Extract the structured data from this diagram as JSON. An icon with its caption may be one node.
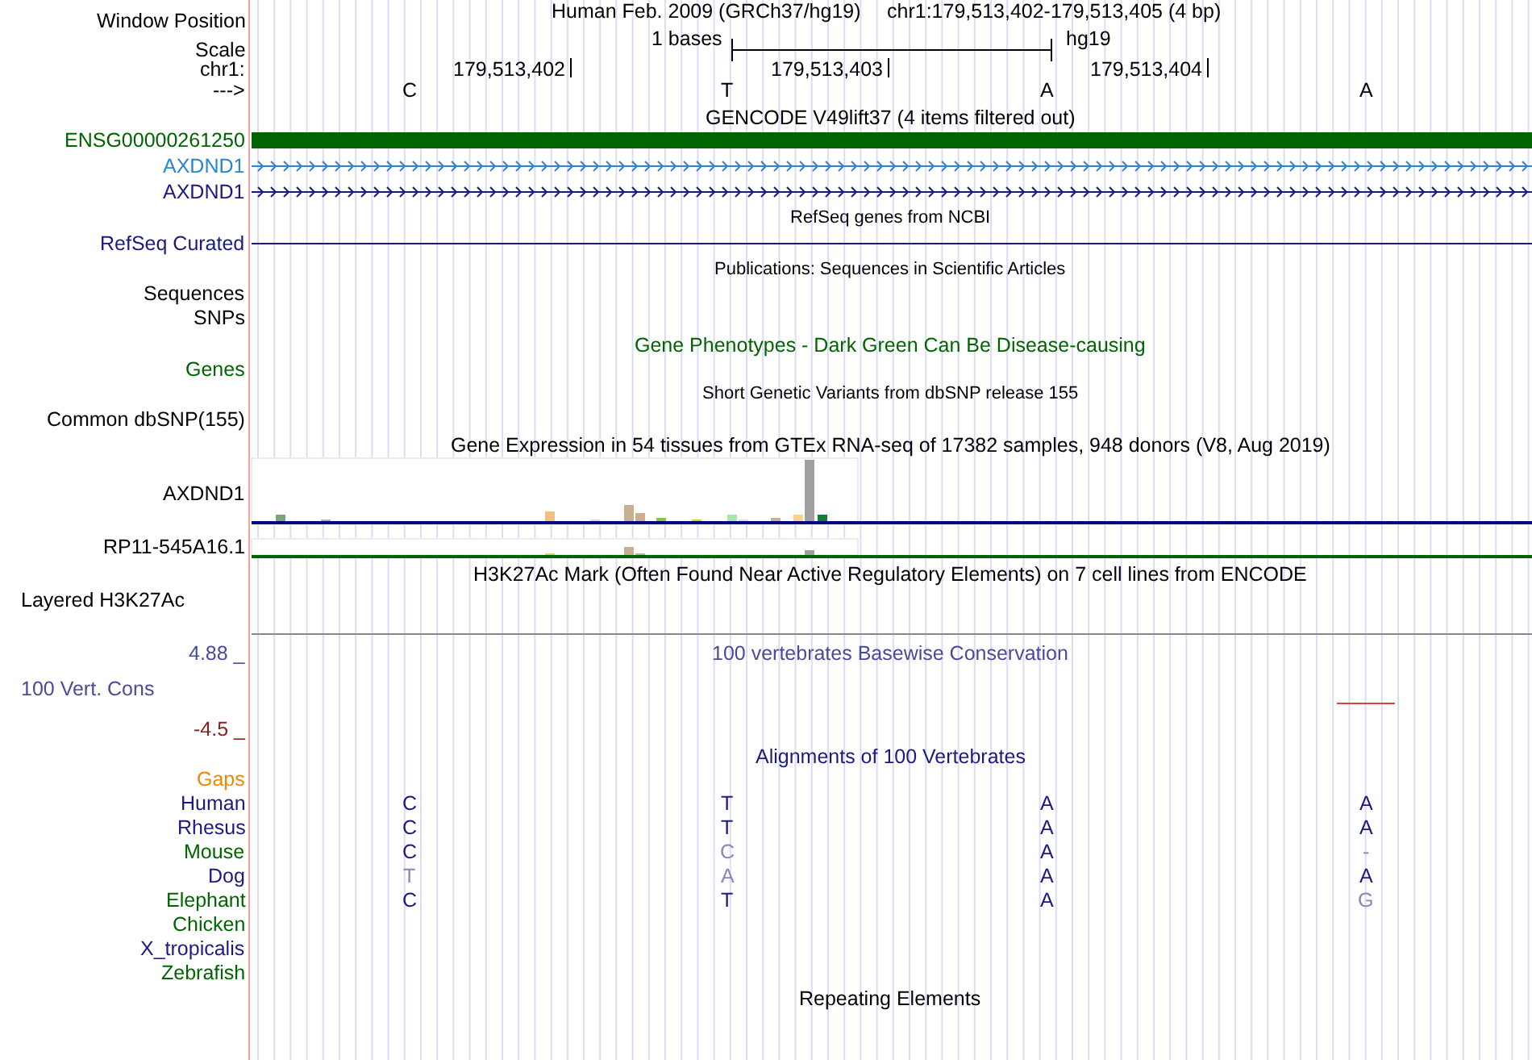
{
  "diagram": {
    "labels": [
      "Window Position",
      "Human Feb. 2009 (GRCh37/hg19)",
      "chr1:179,513,402-179,513,405 (4 bp)",
      "Scale",
      "1 bases",
      "hg19",
      "chr1:",
      "179,513,402",
      "179,513,403",
      "179,513,404",
      "--->",
      "C",
      "T",
      "A",
      "A",
      "GENCODE V49lift37 (4 items filtered out)",
      "ENSG00000261250",
      "AXDND1",
      "AXDND1",
      "RefSeq genes from NCBI",
      "RefSeq Curated",
      "Publications: Sequences in Scientific Articles",
      "Sequences",
      "SNPs",
      "Gene Phenotypes - Dark Green Can Be Disease-causing",
      "Genes",
      "Short Genetic Variants from dbSNP release 155",
      "Common dbSNP(155)",
      "Gene Expression in 54 tissues from GTEx RNA-seq of 17382 samples, 948 donors (V8, Aug 2019)",
      "AXDND1",
      "RP11-545A16.1",
      "H3K27Ac Mark (Often Found Near Active Regulatory Elements) on 7 cell lines from ENCODE",
      "Layered H3K27Ac",
      "4.88 _",
      "100 vertebrates Basewise Conservation",
      "100 Vert. Cons",
      "-4.5 _",
      "Alignments of 100 Vertebrates",
      "Gaps",
      "Human",
      "C",
      "T",
      "A",
      "A",
      "Rhesus",
      "C",
      "T",
      "A",
      "A",
      "Mouse",
      "C",
      "C",
      "A",
      "-",
      "Dog",
      "T",
      "A",
      "A",
      "A",
      "Elephant",
      "C",
      "T",
      "A",
      "G",
      "Chicken",
      "X_tropicalis",
      "Zebrafish",
      "Repeating Elements"
    ]
  }
}
